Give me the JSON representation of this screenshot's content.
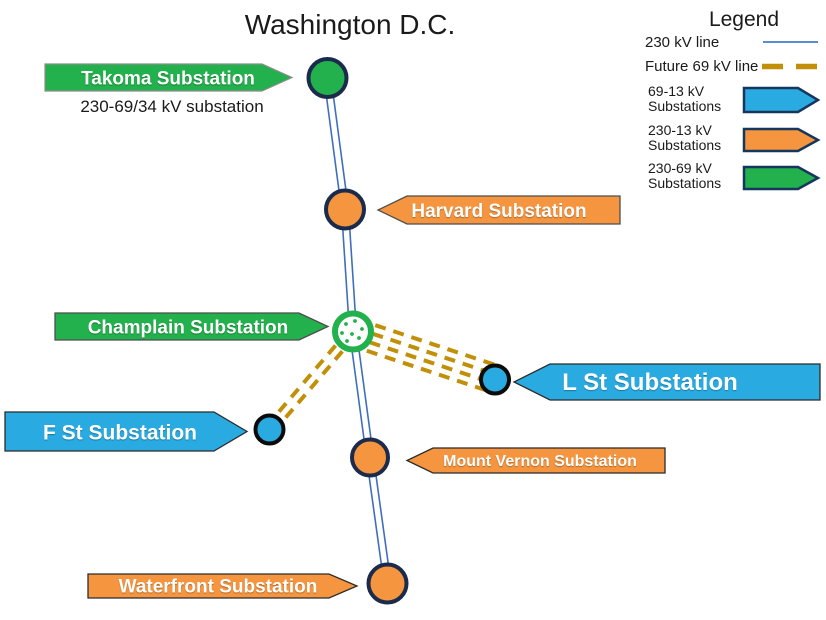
{
  "title": "Washington D.C.",
  "map": {
    "takoma": {
      "label": "Takoma Substation",
      "sublabel": "230-69/34 kV substation",
      "type": "230-69 kV"
    },
    "harvard": {
      "label": "Harvard Substation",
      "type": "230-13 kV"
    },
    "champlain": {
      "label": "Champlain Substation",
      "type": "230-69 kV"
    },
    "l_st": {
      "label": "L St Substation",
      "type": "69-13 kV"
    },
    "f_st": {
      "label": "F St Substation",
      "type": "69-13 kV"
    },
    "mount_vernon": {
      "label": "Mount Vernon Substation",
      "type": "230-13 kV"
    },
    "waterfront": {
      "label": "Waterfront Substation",
      "type": "230-13 kV"
    }
  },
  "connections": [
    {
      "from": "Takoma",
      "to": "Harvard",
      "type": "230 kV line"
    },
    {
      "from": "Harvard",
      "to": "Champlain",
      "type": "230 kV line"
    },
    {
      "from": "Champlain",
      "to": "Mount Vernon",
      "type": "230 kV line"
    },
    {
      "from": "Mount Vernon",
      "to": "Waterfront",
      "type": "230 kV line"
    },
    {
      "from": "Champlain",
      "to": "L St",
      "type": "Future 69 kV line",
      "circuits": 4
    },
    {
      "from": "Champlain",
      "to": "F St",
      "type": "Future 69 kV line",
      "circuits": 2
    }
  ],
  "legend": {
    "title": "Legend",
    "line_items": [
      {
        "label": "230 kV line"
      },
      {
        "label": "Future 69 kV line"
      }
    ],
    "arrow_items": [
      {
        "line1": "69-13 kV",
        "line2": "Substations"
      },
      {
        "line1": "230-13 kV",
        "line2": "Substations"
      },
      {
        "line1": "230-69 kV",
        "line2": "Substations"
      }
    ]
  },
  "colors": {
    "green": "#22B14C",
    "orange": "#F5953F",
    "blue": "#29ABE2",
    "navy_border": "#1A2B4C",
    "black_border": "#0B0B0B",
    "gold_dash": "#C29008",
    "line_blue": "#3F6FBC",
    "legend_line_blue": "#5C8BD6",
    "legend_arrow_border": "#17365D",
    "arrow_border_light": "#8C8C8C",
    "arrow_border_mid": "#4D4D4D",
    "arrow_border_dark": "#2B2B2B",
    "dot_fill": "#FFFFFF"
  }
}
